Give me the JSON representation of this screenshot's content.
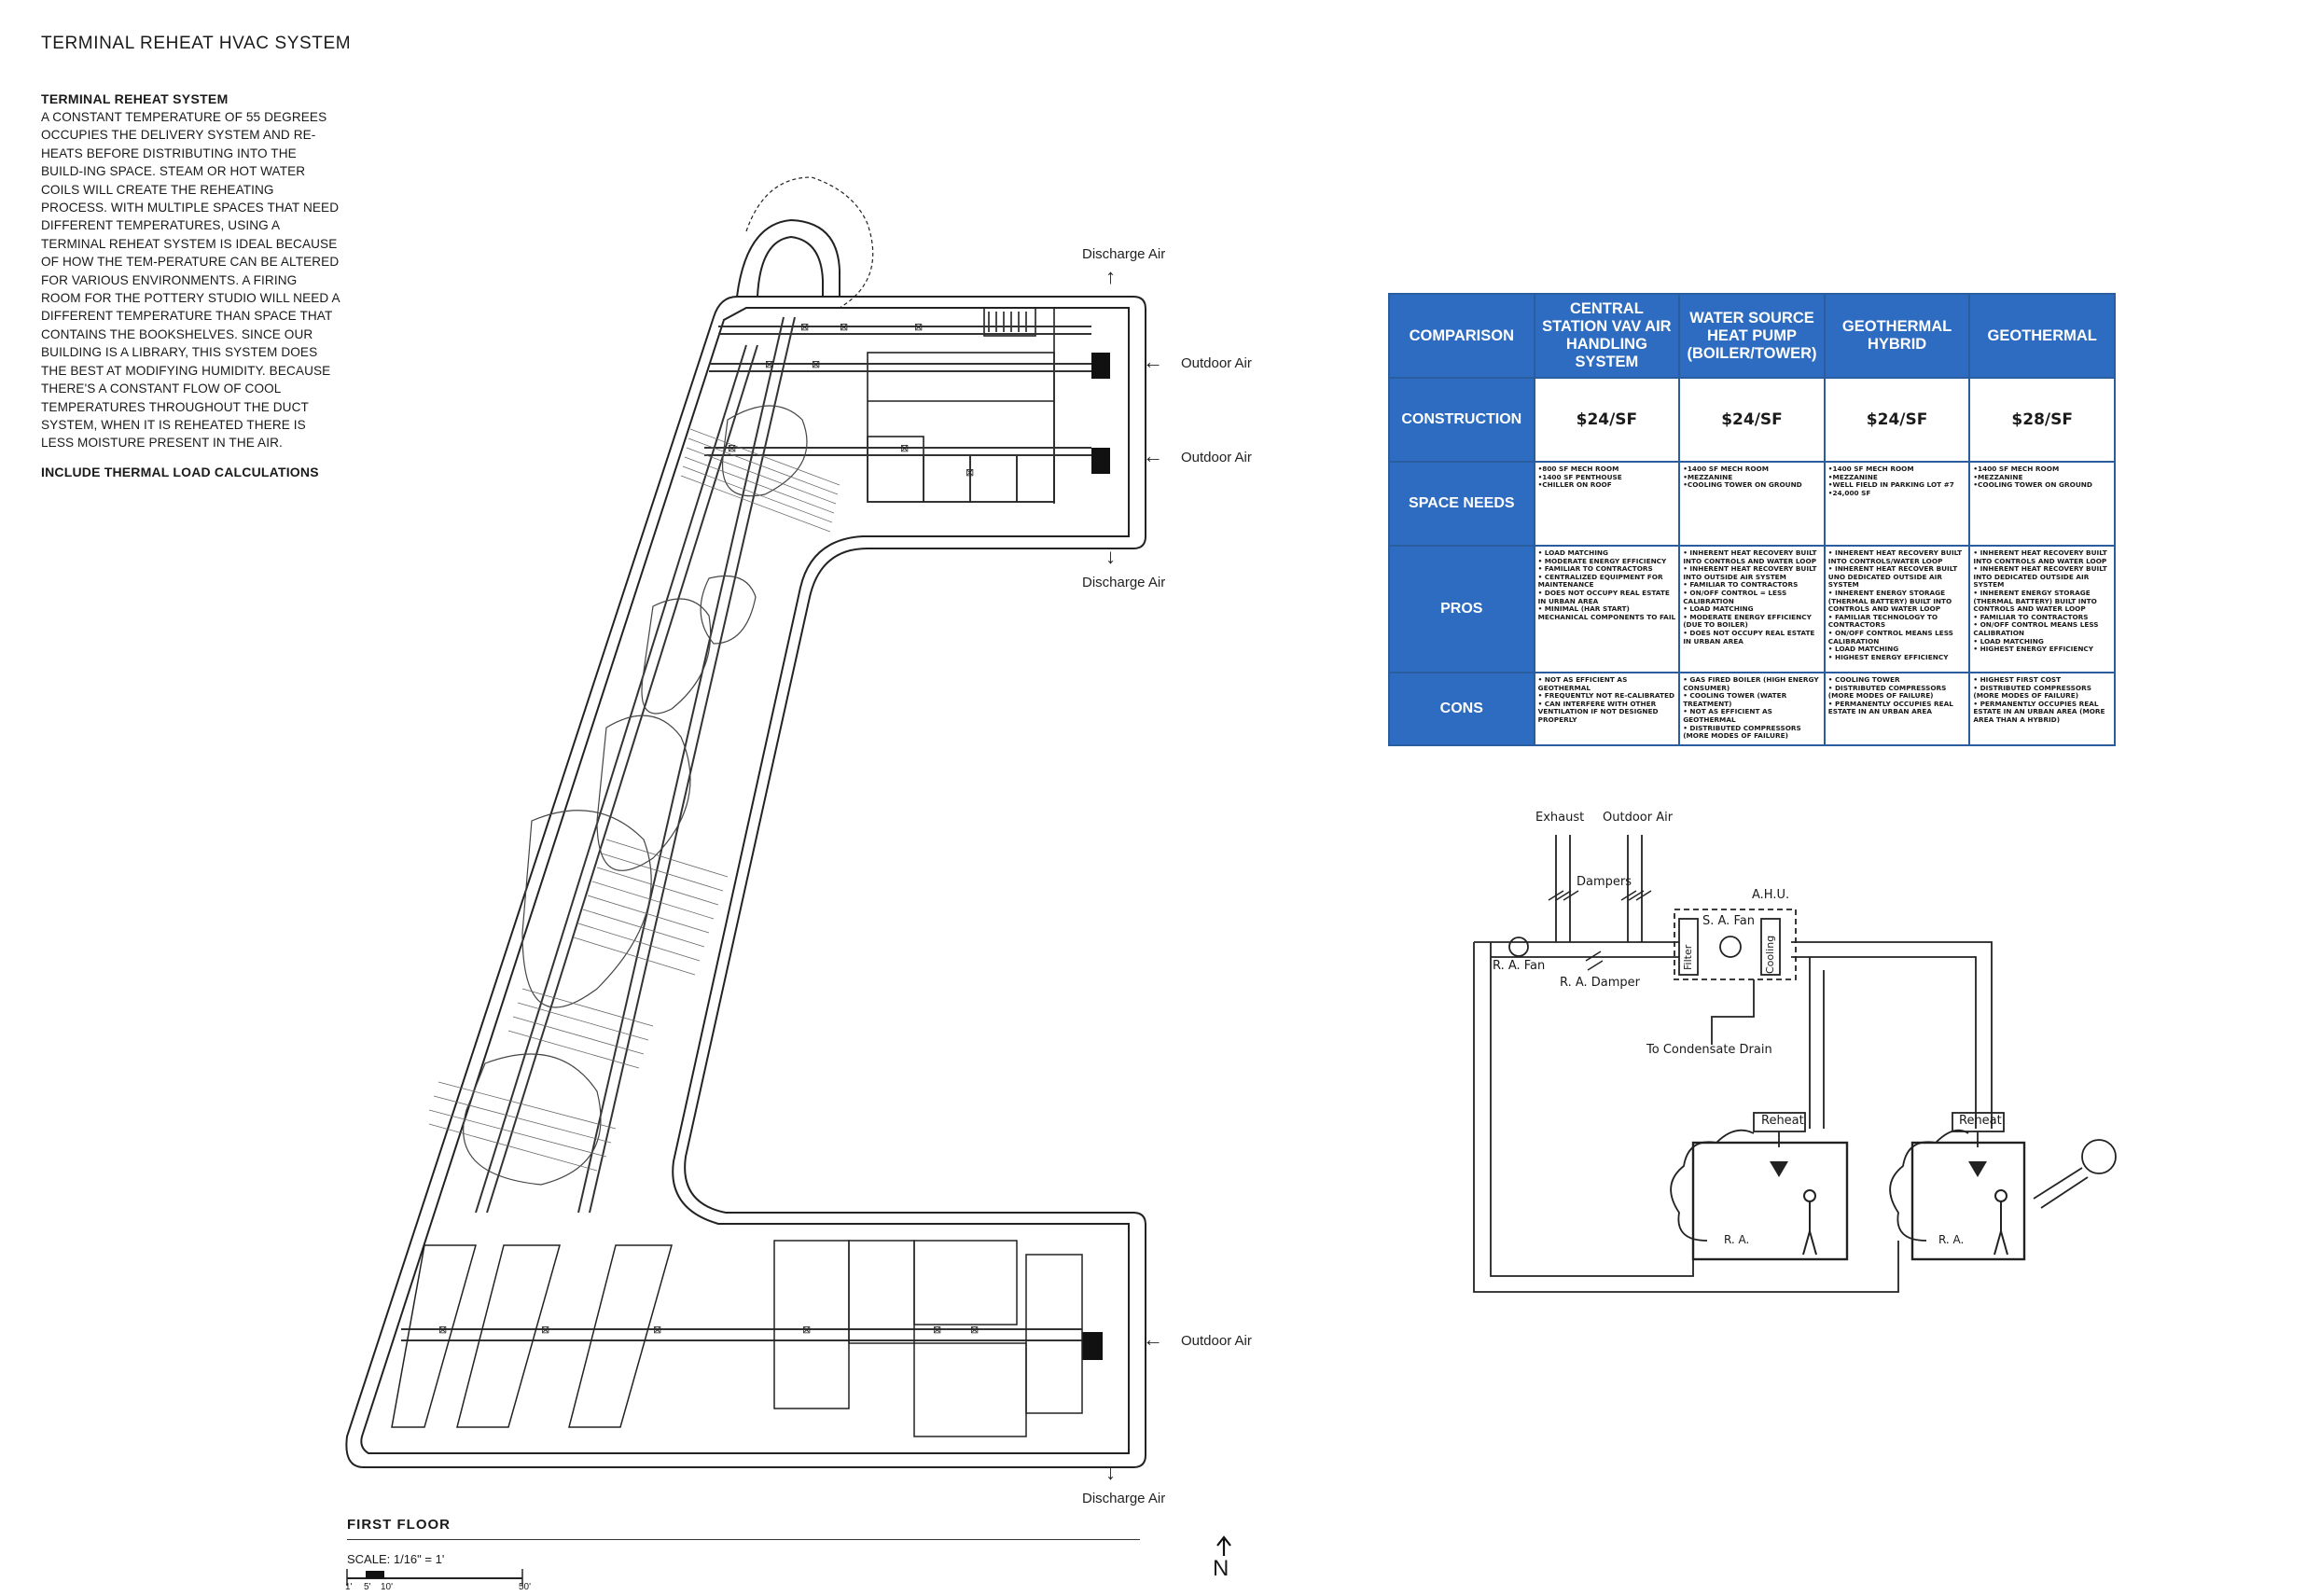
{
  "title": "TERMINAL REHEAT HVAC SYSTEM",
  "description": {
    "heading": "TERMINAL REHEAT SYSTEM",
    "body": "A CONSTANT TEMPERATURE OF 55 DEGREES OCCUPIES THE DELIVERY SYSTEM AND RE-HEATS BEFORE DISTRIBUTING INTO THE BUILD-ING SPACE. STEAM OR HOT WATER COILS WILL CREATE THE REHEATING PROCESS. WITH MULTIPLE SPACES THAT NEED DIFFERENT TEMPERATURES, USING A TERMINAL REHEAT SYSTEM IS IDEAL BECAUSE OF HOW THE TEM-PERATURE CAN BE ALTERED FOR VARIOUS ENVIRONMENTS. A FIRING ROOM FOR THE POTTERY STUDIO WILL NEED A DIFFERENT TEMPERATURE THAN SPACE THAT CONTAINS THE BOOKSHELVES. SINCE OUR BUILDING IS A LIBRARY, THIS SYSTEM DOES THE BEST AT MODIFYING HUMIDITY. BECAUSE THERE'S A CONSTANT FLOW OF COOL TEMPERATURES THROUGHOUT THE DUCT SYSTEM, WHEN IT IS REHEATED THERE IS LESS MOISTURE PRESENT IN THE AIR.",
    "note": "INCLUDE THERMAL LOAD CALCULATIONS"
  },
  "plan": {
    "labels": {
      "discharge_top": "Discharge Air",
      "outdoor_1": "Outdoor Air",
      "outdoor_2": "Outdoor Air",
      "discharge_mid": "Discharge Air",
      "outdoor_3": "Outdoor Air",
      "discharge_bottom": "Discharge Air"
    },
    "floor_label": "FIRST FLOOR",
    "scale_text": "SCALE: 1/16\" = 1'",
    "scale_ticks": [
      "1'",
      "5'",
      "10'",
      "50'"
    ],
    "north": "N"
  },
  "table": {
    "columns": [
      "COMPARISON",
      "CENTRAL STATION VAV AIR HANDLING SYSTEM",
      "WATER SOURCE HEAT PUMP (BOILER/TOWER)",
      "GEOTHERMAL HYBRID",
      "GEOTHERMAL"
    ],
    "construction": {
      "label": "CONSTRUCTION",
      "values": [
        "$24/SF",
        "$24/SF",
        "$24/SF",
        "$28/SF"
      ]
    },
    "space_needs": {
      "label": "SPACE NEEDS",
      "values": [
        [
          "•800 SF MECH ROOM",
          "•1400 SF PENTHOUSE",
          "•CHILLER ON ROOF"
        ],
        [
          "•1400 SF MECH ROOM",
          "•MEZZANINE",
          "•COOLING TOWER ON GROUND"
        ],
        [
          "•1400 SF MECH ROOM",
          "•MEZZANINE",
          "•WELL FIELD IN PARKING LOT #7",
          "•24,000 SF"
        ],
        [
          "•1400 SF MECH ROOM",
          "•MEZZANINE",
          "•COOLING TOWER ON GROUND"
        ]
      ]
    },
    "pros": {
      "label": "PROS",
      "values": [
        [
          "• LOAD MATCHING",
          "• MODERATE ENERGY EFFICIENCY",
          "• FAMILIAR TO CONTRACTORS",
          "• CENTRALIZED EQUIPMENT FOR MAINTENANCE",
          "• DOES NOT OCCUPY REAL ESTATE IN URBAN AREA",
          "• MINIMAL (HAR START) MECHANICAL COMPONENTS TO FAIL"
        ],
        [
          "• INHERENT HEAT RECOVERY BUILT INTO CONTROLS AND WATER LOOP",
          "• INHERENT HEAT RECOVERY BUILT INTO OUTSIDE AIR SYSTEM",
          "• FAMILIAR TO CONTRACTORS",
          "• ON/OFF CONTROL = LESS CALIBRATION",
          "• LOAD MATCHING",
          "• MODERATE ENERGY EFFICIENCY (DUE TO BOILER)",
          "• DOES NOT OCCUPY REAL ESTATE IN URBAN AREA"
        ],
        [
          "• INHERENT HEAT RECOVERY BUILT INTO CONTROLS/WATER LOOP",
          "• INHERENT HEAT RECOVER BUILT UNO DEDICATED OUTSIDE AIR SYSTEM",
          "• INHERENT ENERGY STORAGE (THERMAL BATTERY) BUILT INTO CONTROLS AND WATER LOOP",
          "• FAMILIAR TECHNOLOGY TO CONTRACTORS",
          "• ON/OFF CONTROL MEANS LESS CALIBRATION",
          "• LOAD MATCHING",
          "• HIGHEST ENERGY EFFICIENCY"
        ],
        [
          "• INHERENT HEAT RECOVERY BUILT INTO CONTROLS AND WATER LOOP",
          "• INHERENT HEAT RECOVERY BUILT INTO DEDICATED OUTSIDE AIR SYSTEM",
          "• INHERENT ENERGY STORAGE (THERMAL BATTERY) BUILT INTO CONTROLS AND WATER LOOP",
          "• FAMILIAR TO CONTRACTORS",
          "• ON/OFF CONTROL MEANS LESS CALIBRATION",
          "• LOAD MATCHING",
          "• HIGHEST ENERGY EFFICIENCY"
        ]
      ]
    },
    "cons": {
      "label": "CONS",
      "values": [
        [
          "• NOT AS EFFICIENT AS GEOTHERMAL",
          "• FREQUENTLY NOT RE-CALIBRATED",
          "• CAN INTERFERE WITH OTHER VENTILATION IF NOT DESIGNED PROPERLY"
        ],
        [
          "• GAS FIRED BOILER (HIGH ENERGY CONSUMER)",
          "• COOLING TOWER (WATER TREATMENT)",
          "• NOT AS EFFICIENT AS GEOTHERMAL",
          "• DISTRIBUTED COMPRESSORS (MORE MODES OF FAILURE)"
        ],
        [
          "• COOLING TOWER",
          "• DISTRIBUTED COMPRESSORS (MORE MODES OF FAILURE)",
          "• PERMANENTLY OCCUPIES REAL ESTATE IN AN URBAN AREA"
        ],
        [
          "• HIGHEST FIRST COST",
          "• DISTRIBUTED COMPRESSORS (MORE MODES OF FAILURE)",
          "• PERMANENTLY OCCUPIES REAL ESTATE IN AN URBAN AREA (MORE AREA THAN A HYBRID)"
        ]
      ]
    }
  },
  "schematic": {
    "exhaust": "Exhaust",
    "outdoor_air": "Outdoor Air",
    "dampers": "Dampers",
    "ahu": "A.H.U.",
    "sa_fan": "S. A. Fan",
    "filter": "Filter",
    "cooling": "Cooling",
    "ra_fan": "R. A. Fan",
    "ra_damper": "R. A. Damper",
    "condensate": "To Condensate Drain",
    "reheat_1": "Reheat",
    "reheat_2": "Reheat",
    "ra_1": "R. A.",
    "ra_2": "R. A."
  }
}
